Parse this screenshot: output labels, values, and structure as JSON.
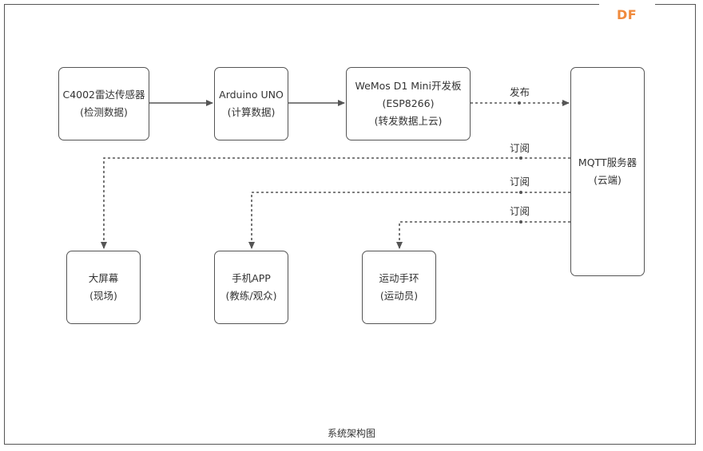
{
  "logo": {
    "text": "DF",
    "color": "#f08a3c"
  },
  "caption": "系统架构图",
  "nodes": {
    "radar": {
      "line1": "C4002雷达传感器",
      "line2": "(检测数据)"
    },
    "arduino": {
      "line1": "Arduino UNO",
      "line2": "(计算数据)"
    },
    "wemos": {
      "line1": "WeMos D1 Mini开发板",
      "line2": "(ESP8266)",
      "line3": "(转发数据上云)"
    },
    "mqtt": {
      "line1": "MQTT服务器",
      "line2": "(云端)"
    },
    "screen": {
      "line1": "大屏幕",
      "line2": "(现场)"
    },
    "app": {
      "line1": "手机APP",
      "line2": "(教练/观众)"
    },
    "band": {
      "line1": "运动手环",
      "line2": "(运动员)"
    }
  },
  "edges": {
    "publish": "发布",
    "subscribe_screen": "订阅",
    "subscribe_app": "订阅",
    "subscribe_band": "订阅"
  },
  "colors": {
    "stroke": "#555555",
    "text": "#333333"
  }
}
